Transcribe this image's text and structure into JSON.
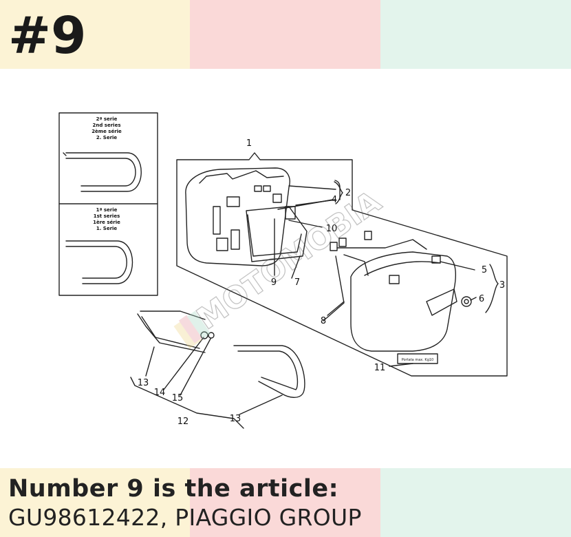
{
  "header": {
    "badge": "#9",
    "colors": [
      "#fcf3d5",
      "#fad9d8",
      "#e3f4ec"
    ]
  },
  "diagram": {
    "inset_upper_label": [
      "2ª serie",
      "2nd series",
      "2ème série",
      "2. Serie"
    ],
    "inset_lower_label": [
      "1ª serie",
      "1st series",
      "1ère série",
      "1. Serie"
    ],
    "callouts": [
      "1",
      "2",
      "3",
      "4",
      "5",
      "6",
      "7",
      "8",
      "9",
      "10",
      "11",
      "12",
      "13",
      "13",
      "14",
      "15"
    ],
    "plate_text": "Portata max. Kg10",
    "watermark": "MOTOMOBIA"
  },
  "caption": {
    "line1": "Number 9 is the article:",
    "line2": "GU98612422, PIAGGIO GROUP"
  }
}
